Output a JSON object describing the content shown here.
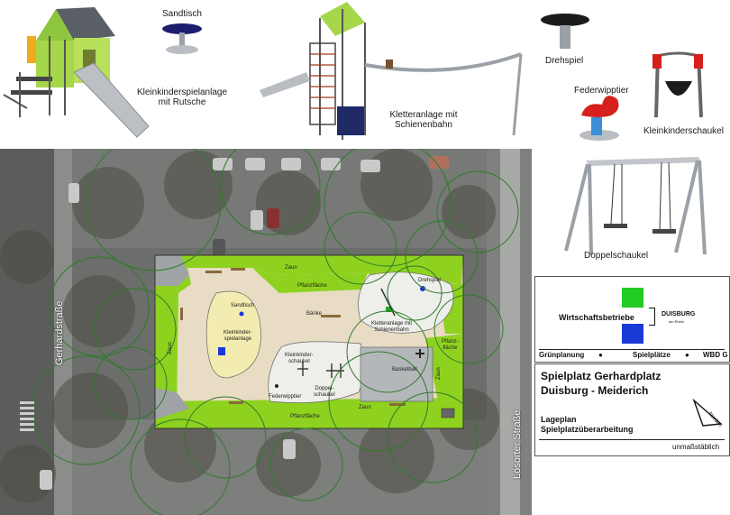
{
  "equipment": {
    "kleinkinder": "Kleinkinderspielanlage mit Rutsche",
    "sandtisch": "Sandtisch",
    "kletter": "Kletteranlage mit Schienenbahn",
    "drehspiel": "Drehspiel",
    "federwipptier": "Federwipptier",
    "kleinkinderschaukel": "Kleinkinderschaukel",
    "doppelschaukel": "Doppelschaukel"
  },
  "map": {
    "streets": {
      "west": "Gerhardstraße",
      "east": "Lösorter Straße"
    },
    "labels": {
      "zaun_top": "Zaun",
      "zaun_bottom": "Zaun",
      "zaun_left": "Zaun",
      "zaun_right": "Zaun",
      "pflanz_top": "Pflanzfläche",
      "pflanz_bottom": "Pflanzfläche",
      "pflanz_right": "Pflanz-\nfläche",
      "baenke": "Bänke",
      "sandtisch": "Sandtisch",
      "kleinkinder": "Kleinkinder-\nspielanlage",
      "kleinkinderschaukel": "Kleinkinder-\nschaukel",
      "doppelschaukel": "Doppel-\nschaukel",
      "federwipptier": "Federwipptier",
      "basketball": "Basketball",
      "drehspiel": "Drehspiel",
      "kletteranlage": "Kletteranlage mit\nSchienenbahn"
    }
  },
  "logo": {
    "org": "Wirtschaftsbetriebe",
    "city": "DUISBURG",
    "city_tag": "am Rhein",
    "footer": [
      "Grünplanung",
      "Spielplätze",
      "WBD G"
    ],
    "colors": {
      "green": "#22cc22",
      "blue": "#1a3ad8"
    }
  },
  "titleblock": {
    "title1": "Spielplatz Gerhardplatz",
    "title2": "Duisburg - Meiderich",
    "plan1": "Lageplan",
    "plan2": "Spielplatzüberarbeitung",
    "north": "Norden",
    "scale": "unmaßstäblich"
  }
}
